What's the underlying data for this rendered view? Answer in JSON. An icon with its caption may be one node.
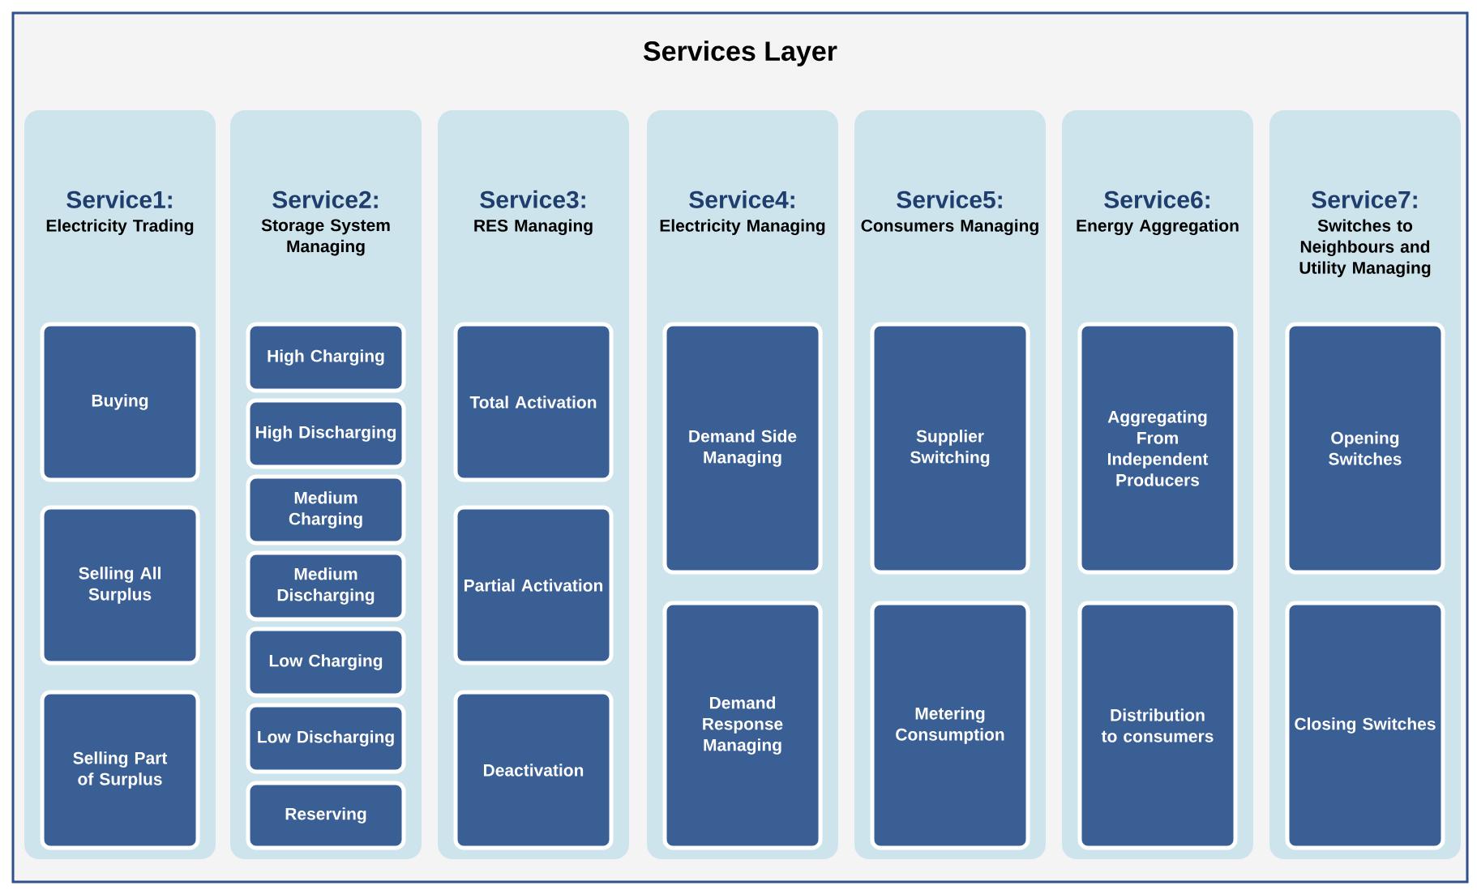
{
  "diagram": {
    "nodes": [
      {
        "text": [
          "Services Layer"
        ]
      },
      {
        "text": [
          "Service1:",
          "Electricity Trading"
        ],
        "in": 0
      },
      {
        "text": [
          "Buying"
        ],
        "in": 1
      },
      {
        "text": [
          "Selling All Surplus"
        ],
        "in": 1
      },
      {
        "text": [
          "Selling Part of Surplus"
        ],
        "in": 1
      },
      {
        "text": [
          "Service2:",
          "Storage System Managing"
        ],
        "in": 0
      },
      {
        "text": [
          "High Charging"
        ],
        "in": 5
      },
      {
        "text": [
          "High Discharging"
        ],
        "in": 5
      },
      {
        "text": [
          "Medium Charging"
        ],
        "in": 5
      },
      {
        "text": [
          "Medium Discharging"
        ],
        "in": 5
      },
      {
        "text": [
          "Low Charging"
        ],
        "in": 5
      },
      {
        "text": [
          "Low Discharging"
        ],
        "in": 5
      },
      {
        "text": [
          "Reserving"
        ],
        "in": 5
      },
      {
        "text": [
          "Service3:",
          "RES Managing"
        ],
        "in": 0
      },
      {
        "text": [
          "Total Activation"
        ],
        "in": 13
      },
      {
        "text": [
          "Partial Activation"
        ],
        "in": 13
      },
      {
        "text": [
          "Deactivation"
        ],
        "in": 13
      },
      {
        "text": [
          "Service4:",
          "Electricity Managing"
        ],
        "in": 0
      },
      {
        "text": [
          "Demand Side Managing"
        ],
        "in": 17
      },
      {
        "text": [
          "Demand Response Managing"
        ],
        "in": 17
      },
      {
        "text": [
          "Service5:",
          "Consumers Managing"
        ],
        "in": 0
      },
      {
        "text": [
          "Supplier Switching"
        ],
        "in": 20
      },
      {
        "text": [
          "Metering Consumption"
        ],
        "in": 20
      },
      {
        "text": [
          "Service6:",
          "Energy Aggregation"
        ],
        "in": 0
      },
      {
        "text": [
          "Aggregating From Independent Producers"
        ],
        "in": 23
      },
      {
        "text": [
          "Distribution to consumers"
        ],
        "in": 23
      },
      {
        "text": [
          "Service7:",
          "Switches to Neighbours and Utility Managing"
        ],
        "in": 0
      },
      {
        "text": [
          "Opening Switches"
        ],
        "in": 26
      },
      {
        "text": [
          "Closing Switches"
        ],
        "in": 26
      }
    ]
  }
}
